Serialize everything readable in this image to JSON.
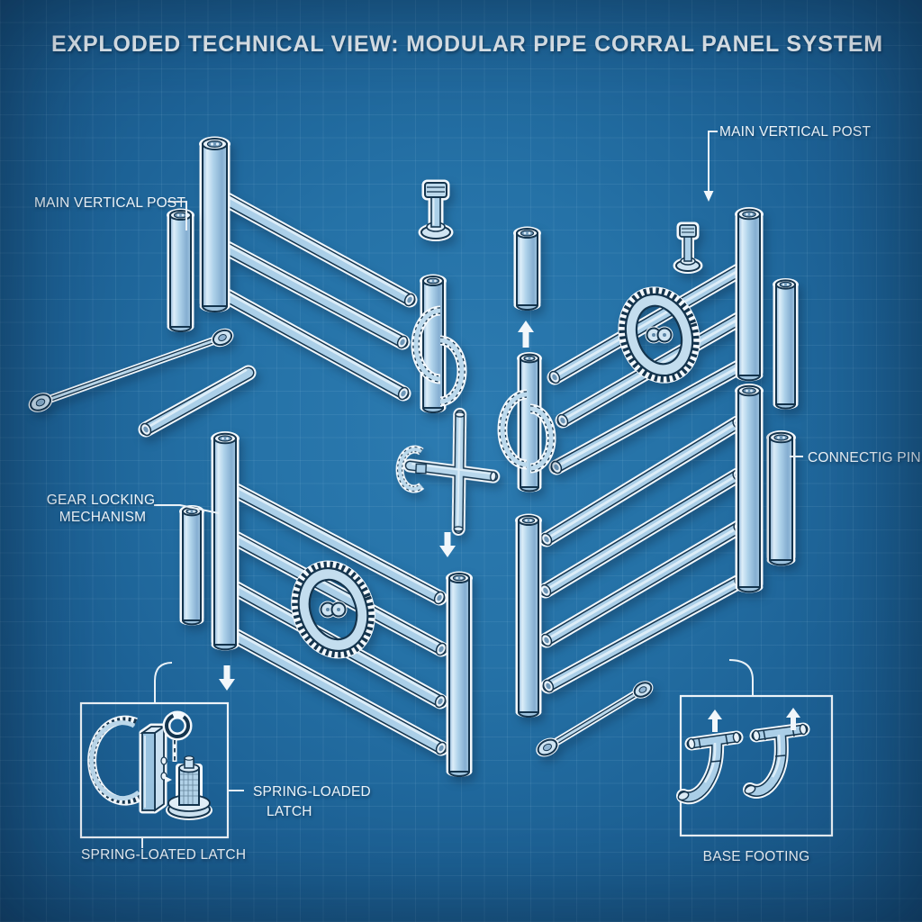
{
  "title": "EXPLODED TECHNICAL VIEW: MODULAR PIPE CORRAL PANEL SYSTEM",
  "labels": {
    "main_vertical_post_left": "MAIN VERTICAL POST",
    "main_vertical_post_right": "MAIN VERTICAL POST",
    "connecting_pin": "CONNECTIG PIN",
    "gear_locking_line1": "GEAR LOCKING",
    "gear_locking_line2": "MECHANISM",
    "spring_loaded_side_line1": "SPRING-LOADED",
    "spring_loaded_side_line2": "LATCH",
    "spring_loaded_caption": "SPRING-LOATED LATCH",
    "base_footing_caption": "BASE FOOTING"
  },
  "colors": {
    "background": "#2572a7",
    "pipe_fill": "#abcfe8",
    "pipe_outline": "#14344d",
    "halo": "#f3f8fc",
    "label_text": "#eef5fa"
  }
}
